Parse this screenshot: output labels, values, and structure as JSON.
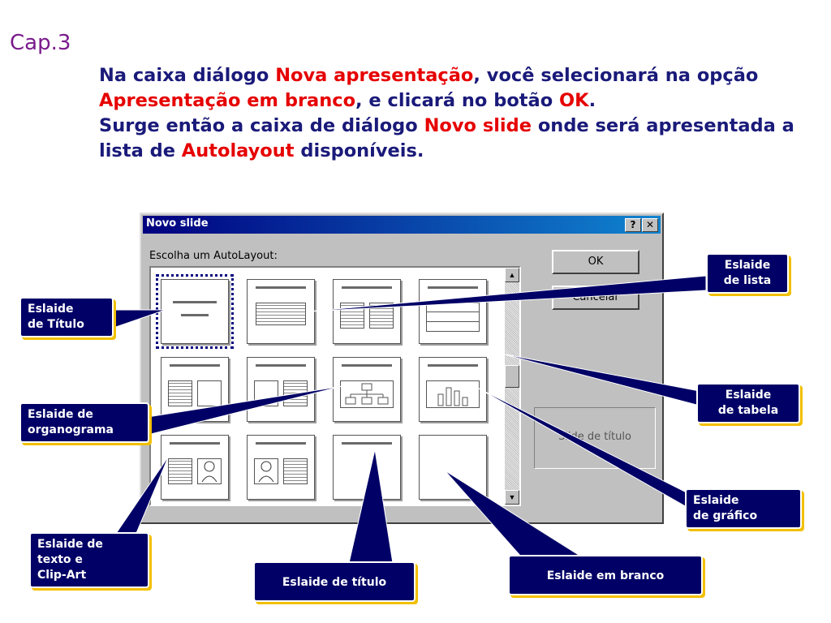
{
  "slide": {
    "chapter": "Cap.3",
    "intro": {
      "p1_a": "Na caixa diálogo ",
      "p1_b": "Nova apresentação",
      "p1_c": ", você selecionará na opção ",
      "p1_d": "Apresentação em branco",
      "p1_e": ",  e clicará no botão ",
      "p1_f": "OK",
      "p1_g": ".",
      "p2_a": "Surge então a caixa de diálogo ",
      "p2_b": "Novo slide",
      "p2_c": "  onde será apresentada a lista de ",
      "p2_d": "Autolayout",
      "p2_e": "  disponíveis."
    },
    "colors": {
      "text": "#1a1a7a",
      "highlight": "#e60000",
      "chapter": "#7a1a8c",
      "callout_bg": "#000066",
      "callout_shadow": "#f2c000"
    }
  },
  "dialog": {
    "title": "Novo slide",
    "help_button": "?",
    "close_button": "✕",
    "prompt": "Escolha um AutoLayout:",
    "ok_label": "OK",
    "cancel_label": "Cancelar",
    "preview_label": "Slide de título",
    "scroll_up": "▲",
    "scroll_down": "▼"
  },
  "callouts": {
    "title_slide": [
      "Eslaide",
      "de Título"
    ],
    "list_slide": [
      "Eslaide",
      "de lista"
    ],
    "table_slide": [
      "Eslaide",
      "de tabela"
    ],
    "org_slide": [
      "Eslaide de",
      "organograma"
    ],
    "chart_slide": [
      "Eslaide",
      "de gráfico"
    ],
    "text_clipart_slide": [
      "Eslaide de",
      "texto e",
      "Clip-Art"
    ],
    "title_only_slide": [
      "Eslaide de título"
    ],
    "blank_slide": [
      "Eslaide em branco"
    ]
  }
}
